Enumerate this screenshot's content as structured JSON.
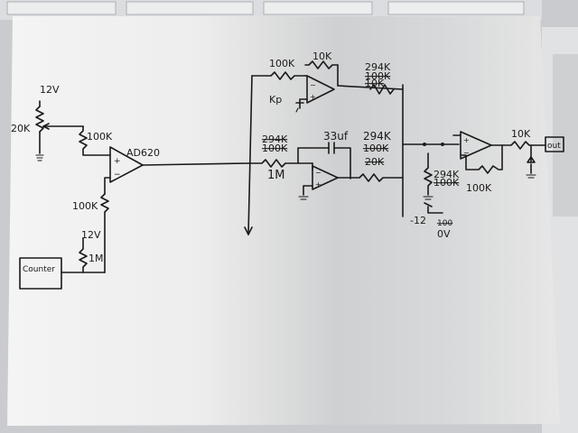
{
  "labels": {
    "supply_top": "12V",
    "pot_20k": "20K",
    "r_100k_a": "100K",
    "amp_name": "AD620",
    "r_100k_b": "100K",
    "supply_12v_b": "12V",
    "r_1m_left": "1M",
    "counter_box": "Counter",
    "r_100k_fb": "100K",
    "r_10k_fb": "10K",
    "r_294k_top": "294K",
    "r_100k_top_strike": "100K",
    "r_10k_top_strike": "10K",
    "kp": "Kp",
    "r_294k_mid": "294K",
    "r_100k_mid_strike": "100K",
    "c_33": "33uf",
    "r_294k_right": "294K",
    "r_100k_right_strike": "100K",
    "r_20k": "20K",
    "r_1m_mid": "1M",
    "r_294k_low": "294K",
    "r_100k_low_strike": "100K",
    "neg12": "-12",
    "ov_struck": "100",
    "ov": "0V",
    "r_100k_out": "100K",
    "r_10k_out": "10K",
    "out_box": "out"
  }
}
